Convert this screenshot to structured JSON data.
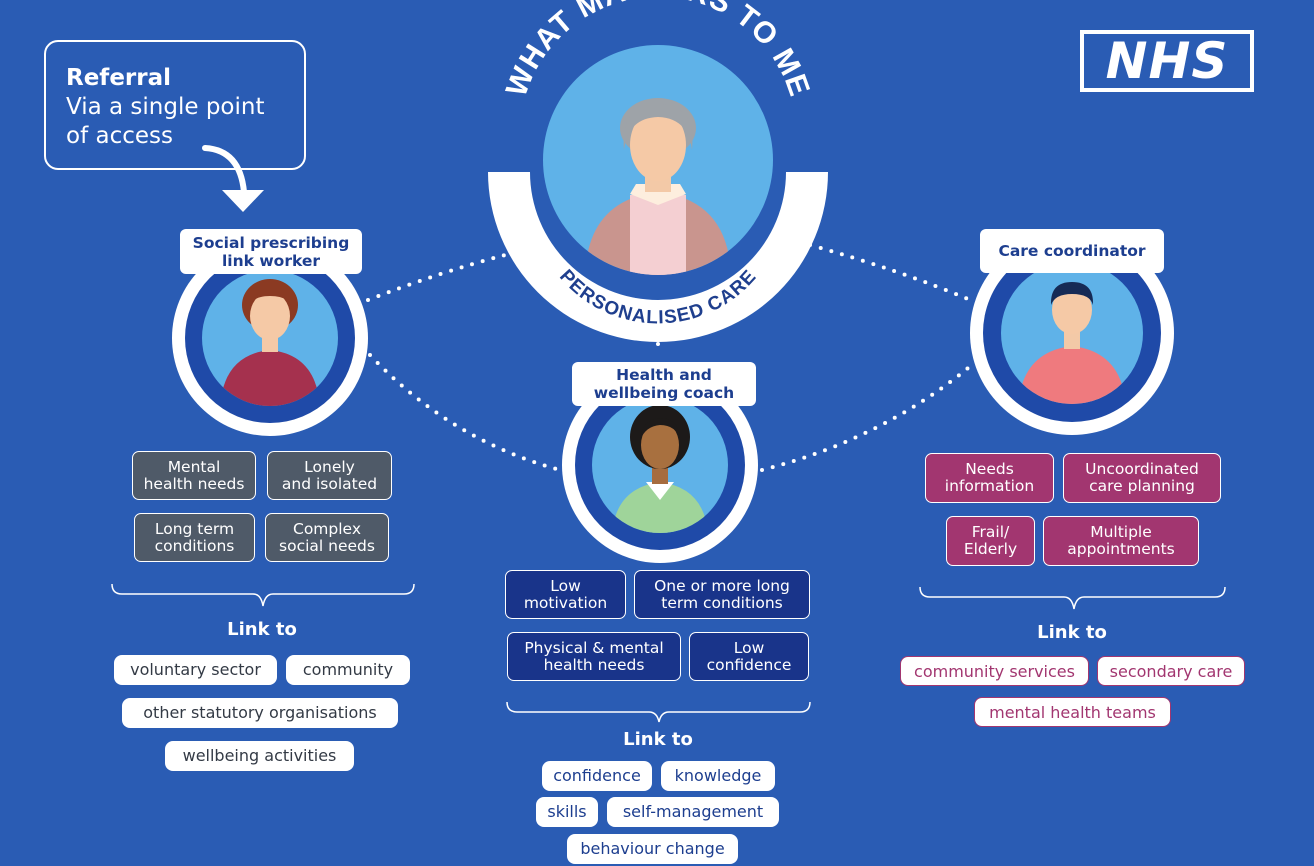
{
  "logo": {
    "text": "NHS"
  },
  "referral": {
    "title": "Referral",
    "subtitle": "Via a single point\nof access"
  },
  "centre": {
    "arc_top": "WHAT MATTERS TO ME",
    "arc_bottom": "PERSONALISED CARE"
  },
  "roles": [
    {
      "label": "Social prescribing\nlink worker",
      "needs": [
        "Mental\nhealth needs",
        "Lonely\nand isolated",
        "Long term\nconditions",
        "Complex\nsocial needs"
      ],
      "link_to_label": "Link to",
      "links": [
        "voluntary sector",
        "community",
        "other statutory organisations",
        "wellbeing activities"
      ]
    },
    {
      "label": "Health and\nwellbeing coach",
      "needs": [
        "Low\nmotivation",
        "One or more long\nterm conditions",
        "Physical & mental\nhealth needs",
        "Low\nconfidence"
      ],
      "link_to_label": "Link to",
      "links": [
        "confidence",
        "knowledge",
        "skills",
        "self-management",
        "behaviour change"
      ]
    },
    {
      "label": "Care coordinator",
      "needs": [
        "Needs\ninformation",
        "Uncoordinated\ncare planning",
        "Frail/\nElderly",
        "Multiple\nappointments"
      ],
      "link_to_label": "Link to",
      "links": [
        "community services",
        "secondary care",
        "mental health teams"
      ]
    }
  ],
  "colors": {
    "background": "#2a5cb4",
    "circle_light": "#5fb2e8",
    "ring_dark": "#1f4aa8",
    "grey_tag": "#4f5a68",
    "navy_tag": "#19348a",
    "plum_tag": "#a23670"
  }
}
